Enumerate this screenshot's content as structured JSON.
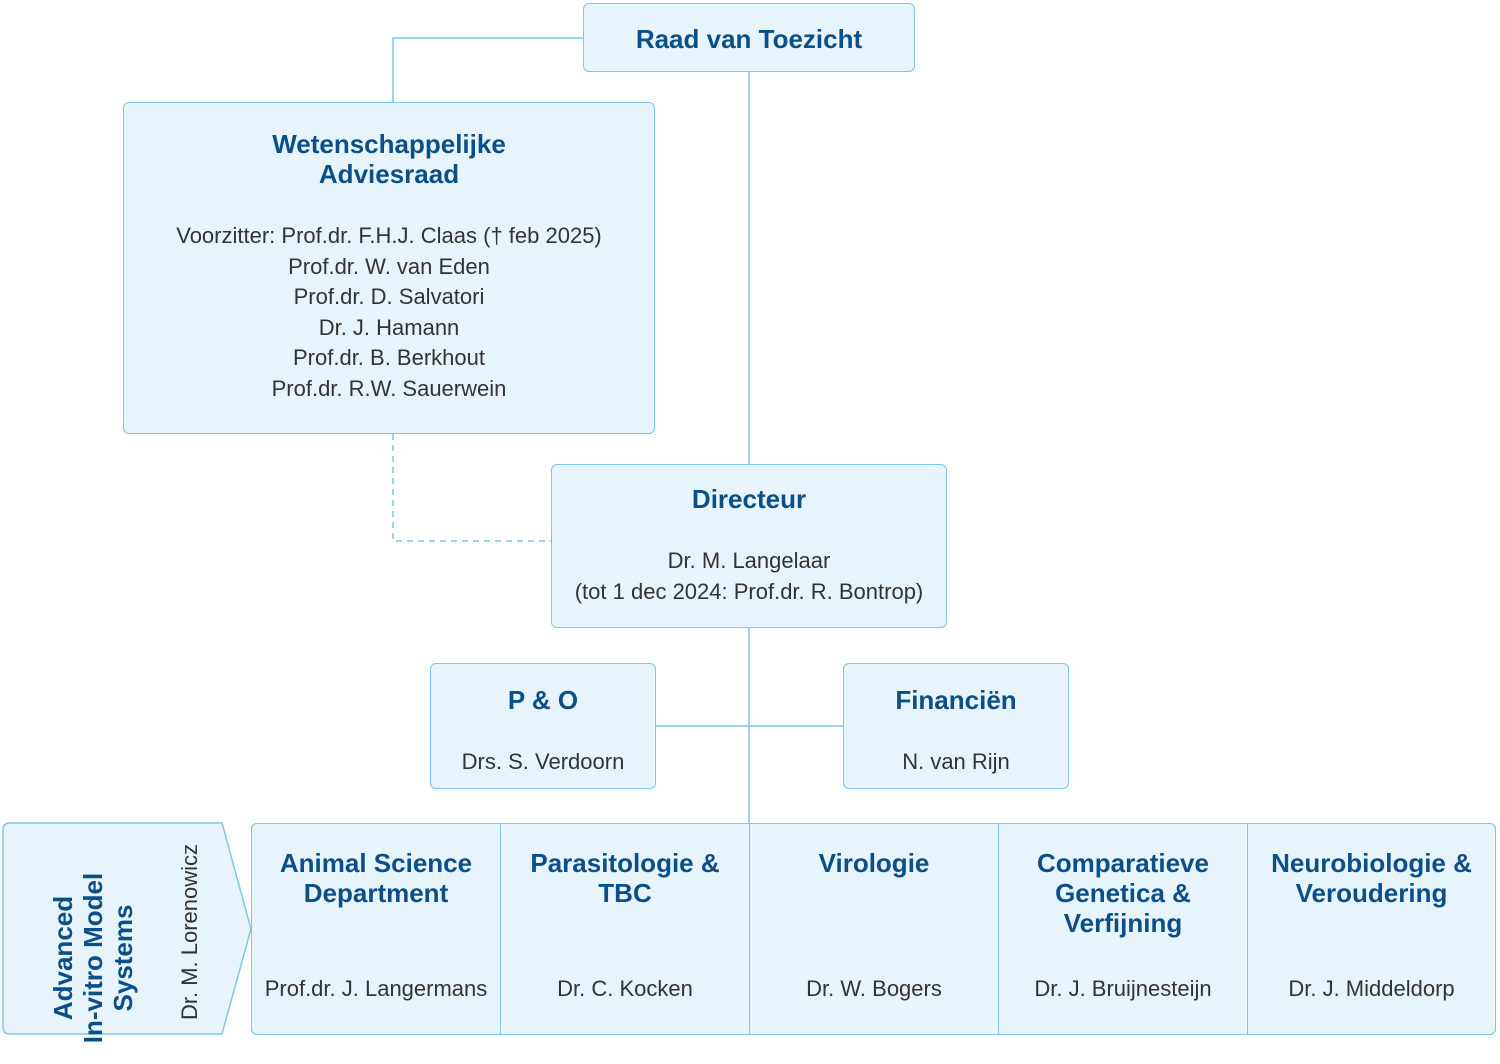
{
  "raad": {
    "title": "Raad van Toezicht"
  },
  "adviesraad": {
    "title_line1": "Wetenschappelijke",
    "title_line2": "Adviesraad",
    "members": [
      "Voorzitter: Prof.dr. F.H.J. Claas († feb 2025)",
      "Prof.dr. W. van Eden",
      "Prof.dr. D. Salvatori",
      "Dr. J. Hamann",
      "Prof.dr. B. Berkhout",
      "Prof.dr. R.W. Sauerwein"
    ]
  },
  "directeur": {
    "title": "Directeur",
    "person": "Dr. M. Langelaar",
    "note": "(tot 1 dec 2024: Prof.dr. R. Bontrop)"
  },
  "po": {
    "title": "P & O",
    "person": "Drs. S. Verdoorn"
  },
  "financien": {
    "title": "Financiën",
    "person": "N. van Rijn"
  },
  "advanced": {
    "title_line1": "Advanced",
    "title_line2": "In-vitro Model",
    "title_line3": "Systems",
    "person": "Dr. M. Lorenowicz"
  },
  "departments": [
    {
      "title_lines": [
        "Animal Science",
        "Department"
      ],
      "person": "Prof.dr. J. Langermans"
    },
    {
      "title_lines": [
        "Parasitologie &",
        "TBC"
      ],
      "person": "Dr. C. Kocken"
    },
    {
      "title_lines": [
        "Virologie"
      ],
      "person": "Dr. W. Bogers"
    },
    {
      "title_lines": [
        "Comparatieve",
        "Genetica &",
        "Verfijning"
      ],
      "person": "Dr. J. Bruijnesteijn"
    },
    {
      "title_lines": [
        "Neurobiologie &",
        "Veroudering"
      ],
      "person": "Dr. J. Middeldorp"
    }
  ],
  "colors": {
    "title": "#0b4f8a",
    "box_fill": "#e8f4fb",
    "border": "#7cc7ea"
  }
}
